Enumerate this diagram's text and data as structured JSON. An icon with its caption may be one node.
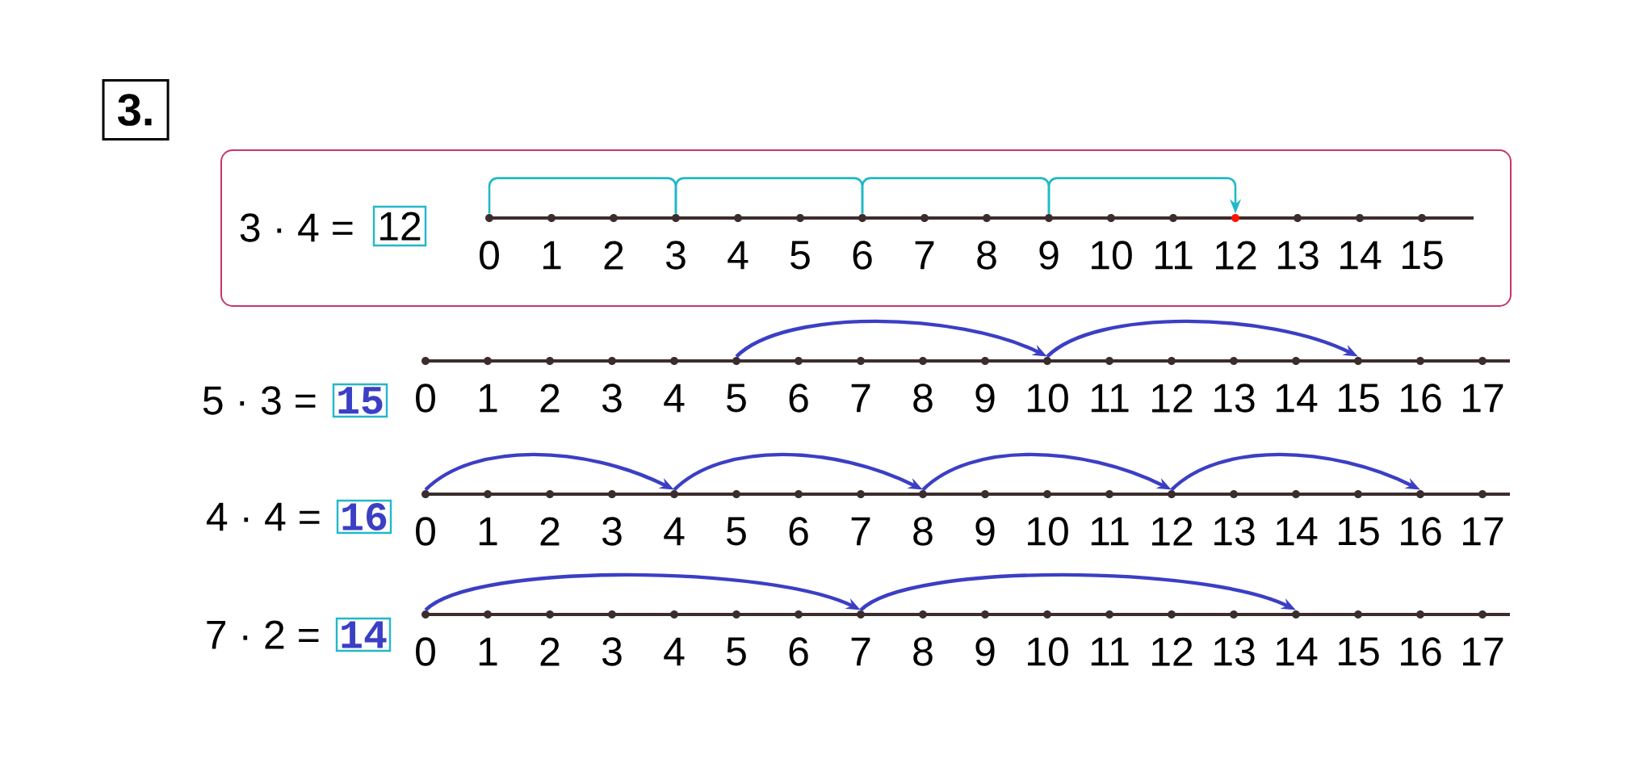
{
  "diagram": {
    "nodes": [
      {
        "text": [
          "3."
        ]
      },
      {
        "text": [
          "3 · 4 ="
        ]
      },
      {
        "text": [
          "12"
        ],
        "in": 1
      },
      {
        "text": [
          "0"
        ],
        "in": 1
      },
      {
        "text": [
          "1"
        ],
        "in": 1
      },
      {
        "text": [
          "2"
        ],
        "in": 1
      },
      {
        "text": [
          "3"
        ],
        "in": 1
      },
      {
        "text": [
          "4"
        ],
        "in": 1
      },
      {
        "text": [
          "5"
        ],
        "in": 1
      },
      {
        "text": [
          "6"
        ],
        "in": 1
      },
      {
        "text": [
          "7"
        ],
        "in": 1
      },
      {
        "text": [
          "8"
        ],
        "in": 1
      },
      {
        "text": [
          "9"
        ],
        "in": 1
      },
      {
        "text": [
          "10"
        ],
        "in": 1
      },
      {
        "text": [
          "11"
        ],
        "in": 1
      },
      {
        "text": [
          "12"
        ],
        "in": 1
      },
      {
        "text": [
          "13"
        ],
        "in": 1
      },
      {
        "text": [
          "14"
        ],
        "in": 1
      },
      {
        "text": [
          "15"
        ],
        "in": 1
      },
      {
        "text": [
          "15"
        ]
      },
      {
        "text": [
          "0"
        ]
      },
      {
        "text": [
          "1"
        ]
      },
      {
        "text": [
          "2"
        ]
      },
      {
        "text": [
          "3"
        ]
      },
      {
        "text": [
          "4"
        ]
      },
      {
        "text": [
          "5"
        ]
      },
      {
        "text": [
          "6"
        ]
      },
      {
        "text": [
          "7"
        ]
      },
      {
        "text": [
          "8"
        ]
      },
      {
        "text": [
          "9"
        ]
      },
      {
        "text": [
          "10"
        ]
      },
      {
        "text": [
          "11"
        ]
      },
      {
        "text": [
          "12"
        ]
      },
      {
        "text": [
          "13"
        ]
      },
      {
        "text": [
          "14"
        ]
      },
      {
        "text": [
          "15"
        ]
      },
      {
        "text": [
          "16"
        ]
      },
      {
        "text": [
          "17"
        ]
      },
      {
        "text": [
          "16"
        ]
      },
      {
        "text": [
          "0"
        ]
      },
      {
        "text": [
          "1"
        ]
      },
      {
        "text": [
          "2"
        ]
      },
      {
        "text": [
          "3"
        ]
      },
      {
        "text": [
          "4"
        ]
      },
      {
        "text": [
          "5"
        ]
      },
      {
        "text": [
          "6"
        ]
      },
      {
        "text": [
          "7"
        ]
      },
      {
        "text": [
          "8"
        ]
      },
      {
        "text": [
          "9"
        ]
      },
      {
        "text": [
          "10"
        ]
      },
      {
        "text": [
          "11"
        ]
      },
      {
        "text": [
          "12"
        ]
      },
      {
        "text": [
          "13"
        ]
      },
      {
        "text": [
          "14"
        ]
      },
      {
        "text": [
          "15"
        ]
      },
      {
        "text": [
          "16"
        ]
      },
      {
        "text": [
          "17"
        ]
      },
      {
        "text": [
          "14"
        ]
      },
      {
        "text": [
          "0"
        ]
      },
      {
        "text": [
          "1"
        ]
      },
      {
        "text": [
          "2"
        ]
      },
      {
        "text": [
          "3"
        ]
      },
      {
        "text": [
          "4"
        ]
      },
      {
        "text": [
          "5"
        ]
      },
      {
        "text": [
          "6"
        ]
      },
      {
        "text": [
          "7"
        ]
      },
      {
        "text": [
          "8"
        ]
      },
      {
        "text": [
          "9"
        ]
      },
      {
        "text": [
          "10"
        ]
      },
      {
        "text": [
          "11"
        ]
      },
      {
        "text": [
          "12"
        ]
      },
      {
        "text": [
          "13"
        ]
      },
      {
        "text": [
          "14"
        ]
      },
      {
        "text": [
          "15"
        ]
      },
      {
        "text": [
          "16"
        ]
      },
      {
        "text": [
          "17"
        ]
      }
    ],
    "edges": [
      {
        "from": 3,
        "to": 6,
        "arrow": "none",
        "color": "#22b8c8"
      },
      {
        "from": 6,
        "to": 9,
        "arrow": "none",
        "color": "#22b8c8"
      },
      {
        "from": 9,
        "to": 12,
        "arrow": "none",
        "color": "#22b8c8"
      },
      {
        "from": 12,
        "to": 15,
        "arrow": "to",
        "color": "#22b8c8"
      },
      {
        "from": 25,
        "to": 30,
        "arrow": "to"
      },
      {
        "from": 30,
        "to": 35,
        "arrow": "to"
      },
      {
        "from": 39,
        "to": 43,
        "arrow": "to"
      },
      {
        "from": 43,
        "to": 47,
        "arrow": "to"
      },
      {
        "from": 47,
        "to": 51,
        "arrow": "to"
      },
      {
        "from": 51,
        "to": 55,
        "arrow": "to"
      },
      {
        "from": 58,
        "to": 65,
        "arrow": "to"
      },
      {
        "from": 65,
        "to": 72,
        "arrow": "to"
      }
    ],
    "labels": [
      "5 · 3 =",
      "4 · 4 =",
      "7 · 2 ="
    ]
  }
}
